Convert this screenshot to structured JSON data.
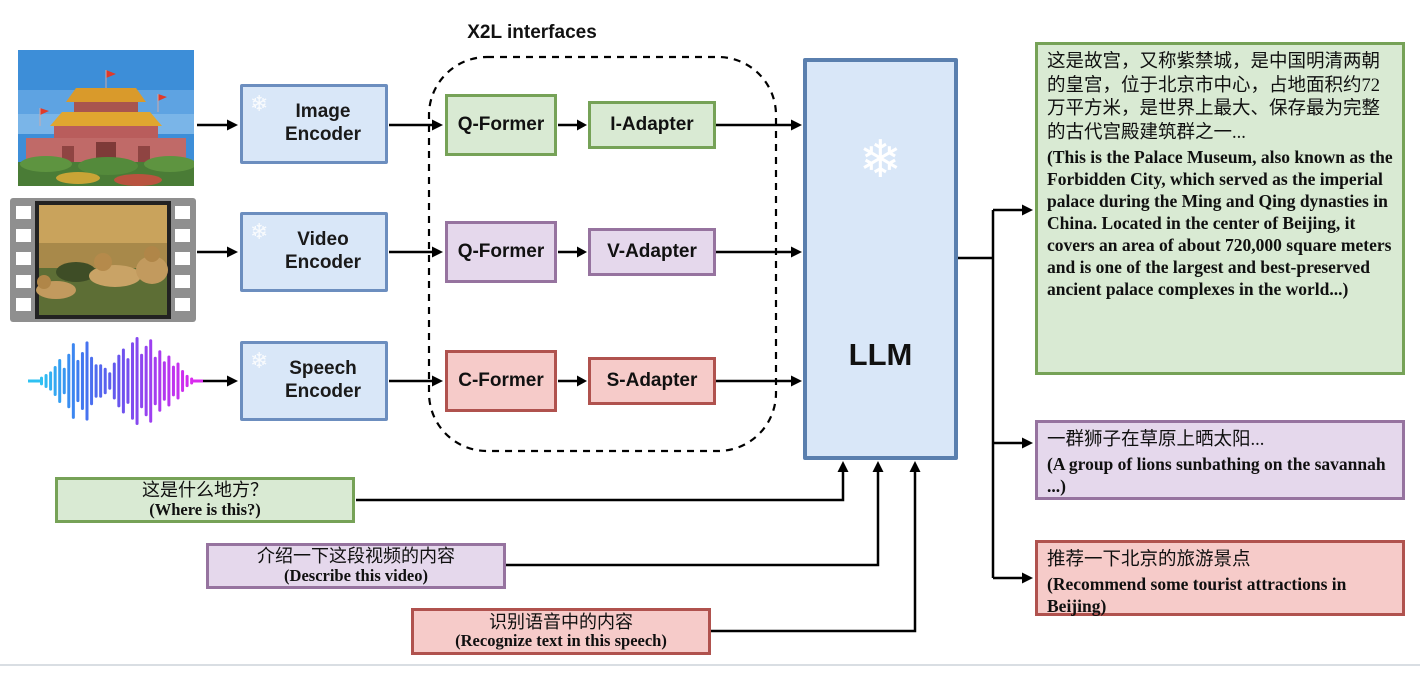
{
  "diagram": {
    "x2l_label": "X2L interfaces",
    "llm_label": "LLM",
    "snowflake": "❄"
  },
  "encoders": [
    {
      "label": "Image Encoder"
    },
    {
      "label": "Video Encoder"
    },
    {
      "label": "Speech Encoder"
    }
  ],
  "interfaces": [
    {
      "former": "Q-Former",
      "adapter": "I-Adapter"
    },
    {
      "former": "Q-Former",
      "adapter": "V-Adapter"
    },
    {
      "former": "C-Former",
      "adapter": "S-Adapter"
    }
  ],
  "outputs": [
    {
      "zh": "这是故宫，又称紫禁城，是中国明清两朝的皇宫，位于北京市中心，占地面积约72万平方米，是世界上最大、保存最为完整的古代宫殿建筑群之一...",
      "en": "(This is the Palace Museum, also known as the Forbidden City, which served as the imperial palace during the Ming and Qing dynasties in China. Located in the center of Beijing, it covers an area of about 720,000 square meters and is one of the largest and best-preserved ancient palace complexes in the world...)"
    },
    {
      "zh": "一群狮子在草原上晒太阳...",
      "en": "(A group of lions sunbathing on the savannah ...)"
    },
    {
      "zh": "推荐一下北京的旅游景点",
      "en": "(Recommend some tourist attractions in Beijing)"
    }
  ],
  "prompts": [
    {
      "zh": "这是什么地方？",
      "en": "(Where is this?)"
    },
    {
      "zh": "介绍一下这段视频的内容",
      "en": "(Describe this video)"
    },
    {
      "zh": "识别语音中的内容",
      "en": "(Recognize text in this speech)"
    }
  ],
  "colors": {
    "blue_fill": "#d9e7f8",
    "blue_border": "#6c8ebf",
    "green_fill": "#d9ead3",
    "green_border": "#76a257",
    "purple_fill": "#e5d8ec",
    "purple_border": "#96739f",
    "red_fill": "#f6cbc9",
    "red_border": "#b0524e",
    "arrow": "#000000"
  },
  "waveform": {
    "bars": [
      0.1,
      0.16,
      0.22,
      0.34,
      0.5,
      0.3,
      0.62,
      0.86,
      0.48,
      0.66,
      0.9,
      0.55,
      0.38,
      0.38,
      0.3,
      0.2,
      0.42,
      0.6,
      0.74,
      0.52,
      0.88,
      1.0,
      0.62,
      0.8,
      0.95,
      0.55,
      0.7,
      0.45,
      0.58,
      0.35,
      0.42,
      0.25,
      0.14,
      0.08
    ],
    "color_stops": [
      "#2ec1f2",
      "#3f7bf0",
      "#6457ee",
      "#a33df0",
      "#d92bee"
    ]
  }
}
